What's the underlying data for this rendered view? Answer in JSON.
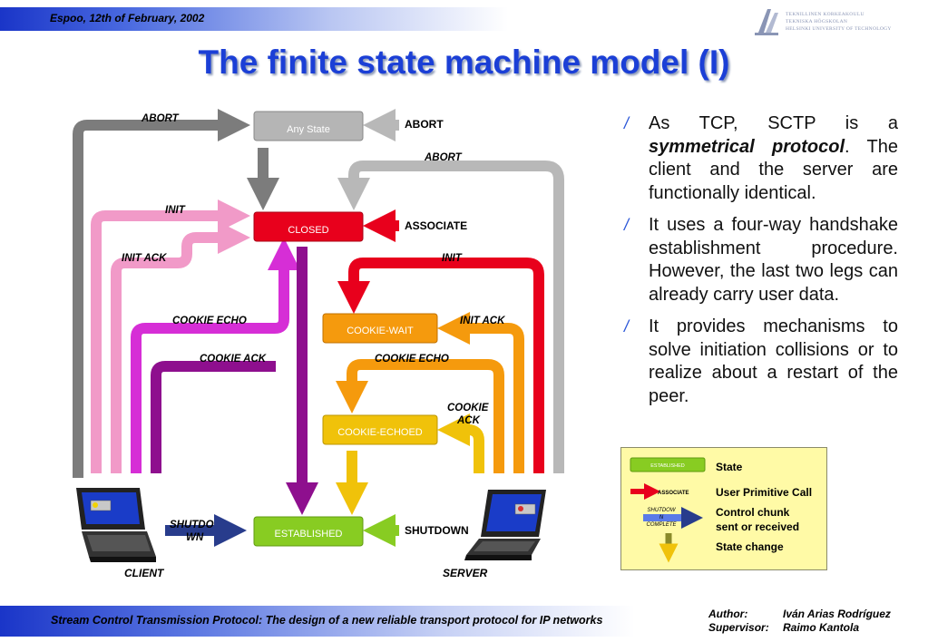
{
  "header": {
    "date_place": "Espoo, 12th of February, 2002",
    "logo_lines": [
      "TEKNILLINEN KORKEAKOULU",
      "TEKNISKA HÖGSKOLAN",
      "HELSINKI UNIVERSITY OF TECHNOLOGY"
    ]
  },
  "title": "The finite state machine model (I)",
  "states": {
    "any": "Any State",
    "closed": "CLOSED",
    "cookie_wait": "COOKIE-WAIT",
    "cookie_echoed": "COOKIE-ECHOED",
    "established": "ESTABLISHED"
  },
  "primitives": {
    "abort": "ABORT",
    "associate": "ASSOCIATE",
    "shutdown": "SHUTDOWN"
  },
  "chunks": {
    "abort_left": "ABORT",
    "abort_right": "ABORT",
    "init_left": "INIT",
    "init_ack_left": "INIT ACK",
    "cookie_echo_left": "COOKIE ECHO",
    "cookie_ack_left": "COOKIE ACK",
    "init_right": "INIT",
    "init_ack_right": "INIT ACK",
    "cookie_echo_right": "COOKIE ECHO",
    "cookie_ack_right_1": "COOKIE",
    "cookie_ack_right_2": "ACK",
    "shutdown_1": "SHUTDO",
    "shutdown_2": "WN"
  },
  "endpoints": {
    "client": "CLIENT",
    "server": "SERVER"
  },
  "bullets": [
    {
      "pre": "As TCP, SCTP is a ",
      "em": "symmetrical protocol",
      "post": ". The client and the server are functionally identical."
    },
    {
      "pre": "It uses a four-way handshake establishment procedure. However, the last two legs can already carry user data.",
      "em": "",
      "post": ""
    },
    {
      "pre": "It provides mechanisms to solve initiation collisions or to realize about a restart of the peer.",
      "em": "",
      "post": ""
    }
  ],
  "legend": {
    "state_sample": "ESTABLISHED",
    "primitive_sample": "ASSOCIATE",
    "chunk_sample_1": "SHUTDOW",
    "chunk_sample_2": "N",
    "chunk_sample_3": "COMPLETE",
    "state": "State",
    "primitive": "User Primitive Call",
    "chunk_1": "Control chunk",
    "chunk_2": "sent or received",
    "change": "State change"
  },
  "footer": {
    "subject": "Stream Control Transmission Protocol: The design of a new reliable transport protocol for IP networks",
    "author_label": "Author:",
    "author": "Iván Arias Rodríguez",
    "supervisor_label": "Supervisor:",
    "supervisor": "Raimo Kantola"
  },
  "colors": {
    "title": "#1b3fd6",
    "abort": "#8a8a8a",
    "closed": "#e8001c",
    "init": "#f19ac8",
    "cookie_echo_client": "#d62ed6",
    "cookie_ack_client": "#8e0f8e",
    "cookie_wait": "#f59a0d",
    "cookie_echoed": "#f0c20a",
    "established": "#88cc22",
    "shutdown_chunk": "#283c8c"
  }
}
